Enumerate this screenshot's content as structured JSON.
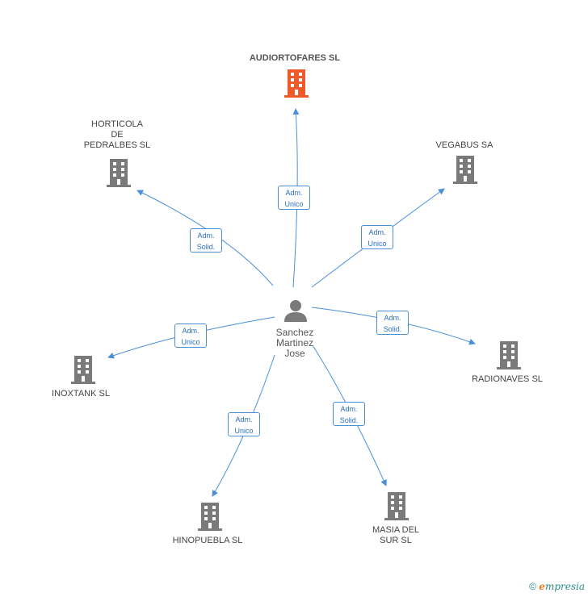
{
  "center": {
    "name": "Sanchez\nMartinez\nJose",
    "icon": "person-icon"
  },
  "companies": [
    {
      "id": "audiortofares",
      "name": "AUDIORTOFARES SL",
      "highlight": true,
      "icon": "building-icon",
      "role": "Adm.\nUnico"
    },
    {
      "id": "horticola",
      "name": "HORTICOLA\nDE\nPEDRALBES  SL",
      "highlight": false,
      "icon": "building-icon",
      "role": "Adm.\nSolid."
    },
    {
      "id": "vegabus",
      "name": "VEGABUS SA",
      "highlight": false,
      "icon": "building-icon",
      "role": "Adm.\nUnico"
    },
    {
      "id": "radionaves",
      "name": "RADIONAVES SL",
      "highlight": false,
      "icon": "building-icon",
      "role": "Adm.\nSolid."
    },
    {
      "id": "inoxtank",
      "name": "INOXTANK SL",
      "highlight": false,
      "icon": "building-icon",
      "role": "Adm.\nUnico"
    },
    {
      "id": "hinopuebla",
      "name": "HINOPUEBLA SL",
      "highlight": false,
      "icon": "building-icon",
      "role": "Adm.\nUnico"
    },
    {
      "id": "masiadelsur",
      "name": "MASIA DEL\nSUR SL",
      "highlight": false,
      "icon": "building-icon",
      "role": "Adm.\nSolid."
    }
  ],
  "colors": {
    "edge": "#4a90d9",
    "building": "#7a7a7a",
    "highlight_building": "#f05a28",
    "person": "#7a7a7a"
  },
  "footer": {
    "copyright": "©",
    "brand_initial": "e",
    "brand_rest": "mpresia"
  }
}
